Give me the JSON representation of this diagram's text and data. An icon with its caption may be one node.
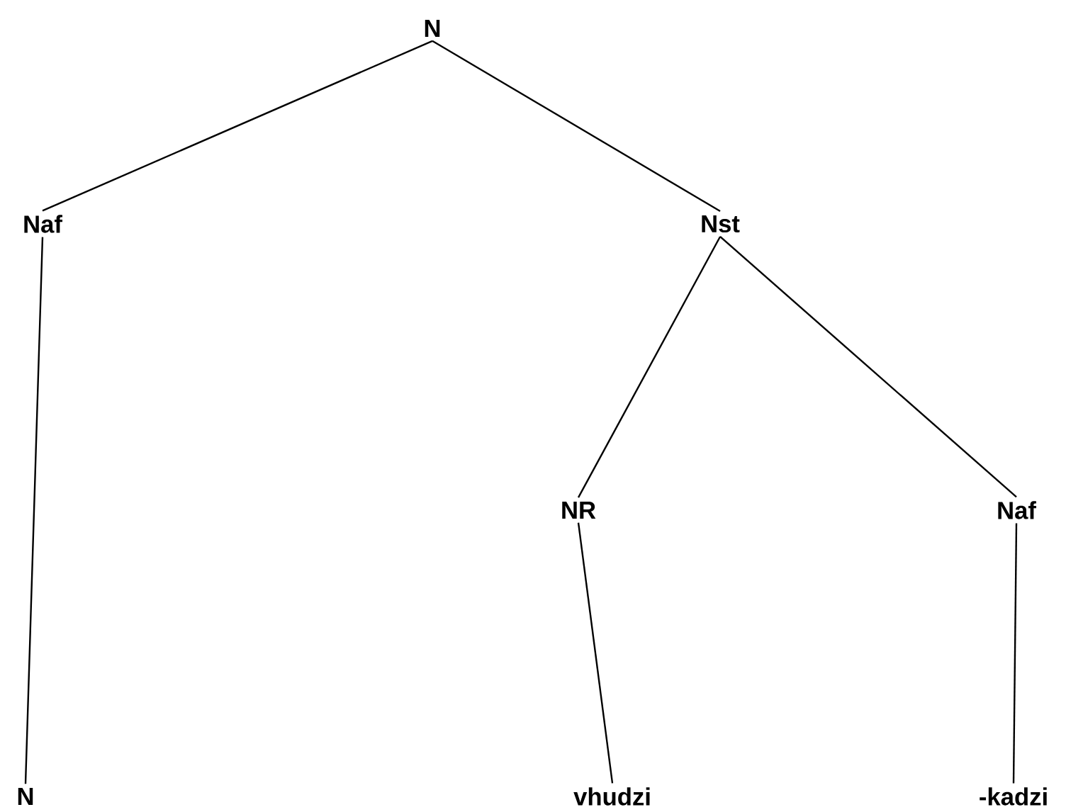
{
  "diagram": {
    "nodes": [
      {
        "text": [
          "N"
        ]
      },
      {
        "text": [
          "Naf"
        ]
      },
      {
        "text": [
          "Nst"
        ]
      },
      {
        "text": [
          "NR"
        ]
      },
      {
        "text": [
          "Naf"
        ]
      },
      {
        "text": [
          "N"
        ]
      },
      {
        "text": [
          "vhudzi"
        ]
      },
      {
        "text": [
          "-kadzi"
        ]
      }
    ],
    "edges": [
      {
        "from": 0,
        "to": 1,
        "arrow": "none"
      },
      {
        "from": 0,
        "to": 2,
        "arrow": "none"
      },
      {
        "from": 1,
        "to": 5,
        "arrow": "none"
      },
      {
        "from": 2,
        "to": 3,
        "arrow": "none"
      },
      {
        "from": 2,
        "to": 4,
        "arrow": "none"
      },
      {
        "from": 3,
        "to": 6,
        "arrow": "none"
      },
      {
        "from": 4,
        "to": 7,
        "arrow": "none"
      }
    ]
  }
}
